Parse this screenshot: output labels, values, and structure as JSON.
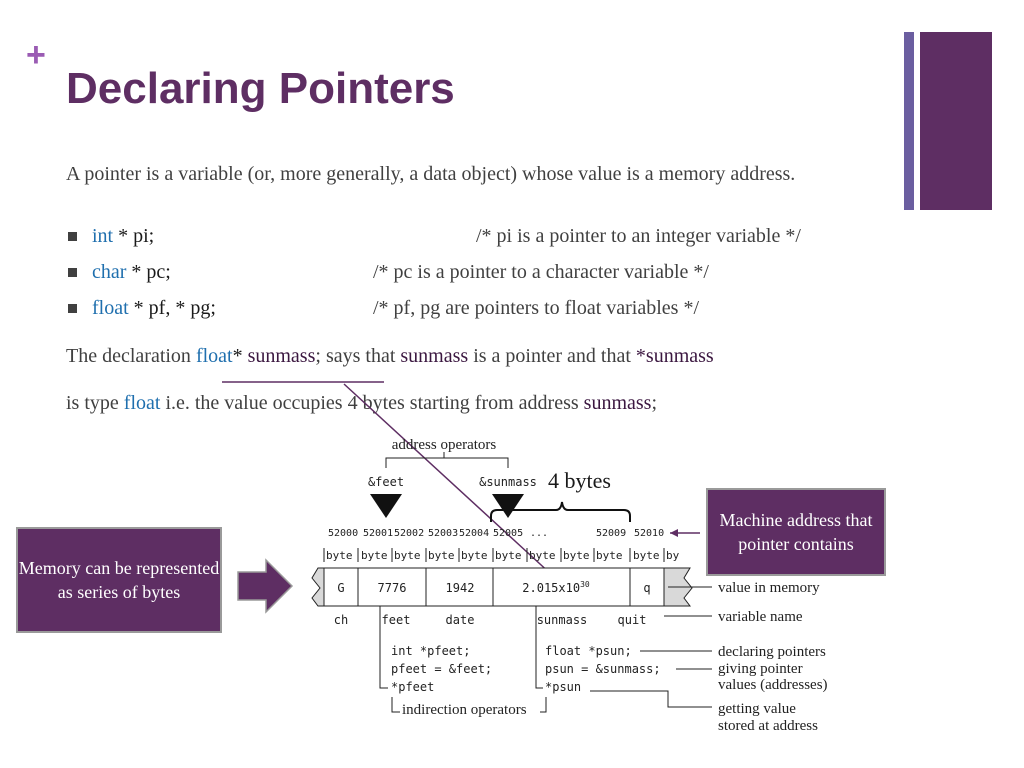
{
  "slide": {
    "plus_glyph": "+",
    "title": "Declaring Pointers",
    "intro": "A pointer is a variable (or, more generally, a data object) whose value is a memory address."
  },
  "bullets": [
    {
      "type": "int",
      "rest": " * pi;",
      "comment": "/* pi is a pointer to an integer variable */"
    },
    {
      "type": "char",
      "rest": " * pc;",
      "comment": "/* pc is a pointer to a character variable */"
    },
    {
      "type": "float",
      "rest": " * pf, * pg;",
      "comment": "/* pf, pg are pointers to float variables */"
    }
  ],
  "sentence1": {
    "p1": "The declaration ",
    "kw": "float",
    "p2": "* ",
    "var1": "sunmass",
    "p3": "; says that ",
    "var2": "sunmass",
    "p4": " is a pointer and that ",
    "var3": "*sunmass"
  },
  "sentence2": {
    "p1": "is type ",
    "kw": "float",
    "p2": " i.e. the value occupies 4 bytes starting from address ",
    "var1": "sunmass",
    "p3": ";"
  },
  "diagram": {
    "address_operators": "address operators",
    "amp_feet": "&feet",
    "amp_sunmass": "&sunmass",
    "four_bytes": "4 bytes",
    "addresses": [
      "52000",
      "52001",
      "52002",
      "52003",
      "52004",
      "52005",
      "...",
      "52009",
      "52010"
    ],
    "byte_label": "byte",
    "by_label": "by",
    "cells": [
      "G",
      "7776",
      "1942",
      "2.015x10",
      "q"
    ],
    "exponent": "30",
    "var_names": [
      "ch",
      "feet",
      "date",
      "sunmass",
      "quit"
    ],
    "code_left": [
      "int *pfeet;",
      "pfeet = &feet;",
      "*pfeet"
    ],
    "code_right": [
      "float *psun;",
      "psun = &sunmass;",
      "*psun"
    ],
    "indirection_operators": "indirection operators",
    "legend": {
      "value_in_memory": "value in memory",
      "variable_name": "variable name",
      "declaring_pointers": "declaring pointers",
      "giving_1": "giving pointer",
      "giving_2": "values (addresses)",
      "getting_1": "getting value",
      "getting_2": "stored at address"
    }
  },
  "callouts": {
    "memory_box": "Memory can be represented as series of bytes",
    "machine_box": "Machine address that pointer contains"
  },
  "colors": {
    "accent_purple": "#5e2e63",
    "plus_purple": "#9a5bb3",
    "bar_blue_purple": "#6b5ea0",
    "keyword_blue": "#1f6fae",
    "text_gray": "#404040"
  }
}
